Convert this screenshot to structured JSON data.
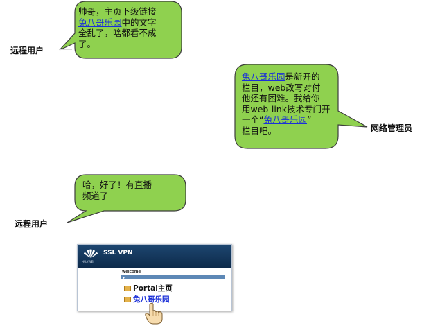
{
  "bubble1": {
    "speaker": "远程用户",
    "lines": [
      {
        "text": "帅哥，主页下级链接"
      },
      {
        "link": "兔八哥乐园",
        "text": "中的文字"
      },
      {
        "text": "全乱了，啥都看不成"
      },
      {
        "text": "了。"
      }
    ]
  },
  "bubble2": {
    "speaker": "网络管理员",
    "lines": [
      {
        "link": "兔八哥乐园",
        "text": "是新开的"
      },
      {
        "text": "栏目，web改写对付"
      },
      {
        "text": "他还有困难。我给你"
      },
      {
        "text": "用web-link技术专门开"
      },
      {
        "prefix": "一个“",
        "link": "兔八哥乐园",
        "text": "”"
      },
      {
        "text": "栏目吧。"
      }
    ]
  },
  "bubble3": {
    "speaker": "远程用户",
    "lines": [
      {
        "text": "哈，好了！有直播"
      },
      {
        "text": "频道了"
      }
    ]
  },
  "vpn_screenshot": {
    "title": "SSL VPN",
    "brand": "HUAWEI",
    "welcome": "welcome",
    "portal_item": "Portal主页",
    "link_item": "兔八哥乐园"
  },
  "colors": {
    "bubble_fill": "#8fd14f",
    "bubble_border": "#3d3d3d",
    "link": "#1a2fd8",
    "vpn_header": "#1d4670"
  },
  "icons": [
    "hand-pointer-icon",
    "folder-icon",
    "huawei-logo-icon",
    "collapse-arrow-icon"
  ]
}
